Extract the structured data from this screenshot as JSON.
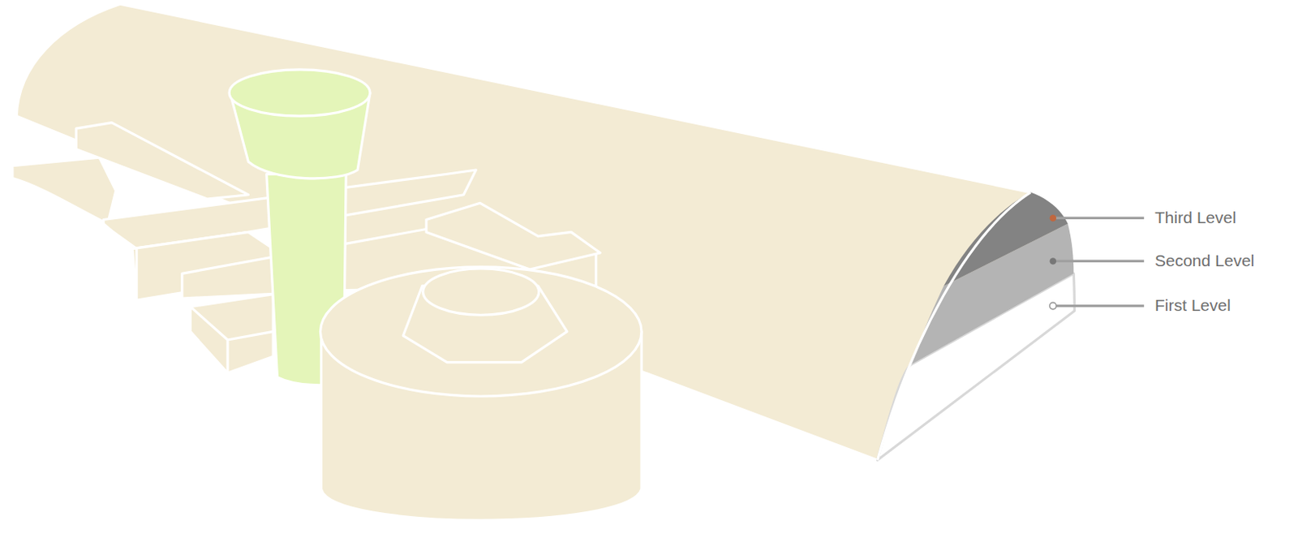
{
  "diagram": {
    "labels": [
      "Third Level",
      "Second Level",
      "First Level"
    ]
  }
}
